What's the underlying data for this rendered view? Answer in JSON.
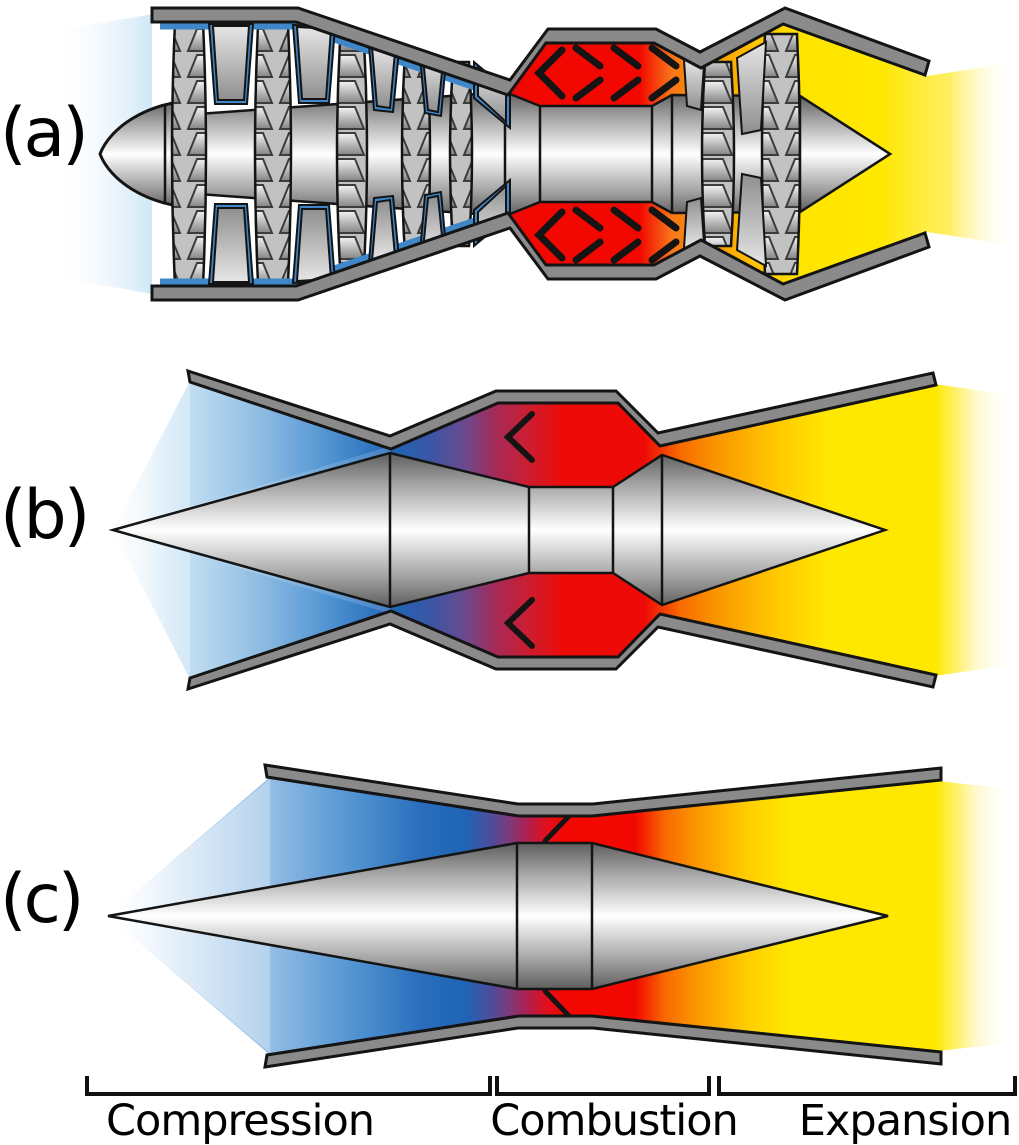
{
  "panels": [
    {
      "label": "(a)"
    },
    {
      "label": "(b)"
    },
    {
      "label": "(c)"
    }
  ],
  "axis": {
    "labels": [
      "Compression",
      "Combustion",
      "Expansion"
    ]
  },
  "colors": {
    "intake_blue": "#cfe7f7",
    "shock_blue": "#4f93d2",
    "shock_blue_dark": "#1f64b5",
    "transition_purple": "#6a4a8f",
    "combustion_crimson": "#c81f35",
    "combustion_red": "#f00a00",
    "exhaust_orange": "#fa8c00",
    "exhaust_yellow": "#ffe800",
    "metal_light": "#ffffff",
    "metal_dark": "#5e5e5e",
    "casing_gray": "#8a8a8a",
    "stator_blue": "#3f87c9",
    "outline_black": "#141414"
  }
}
